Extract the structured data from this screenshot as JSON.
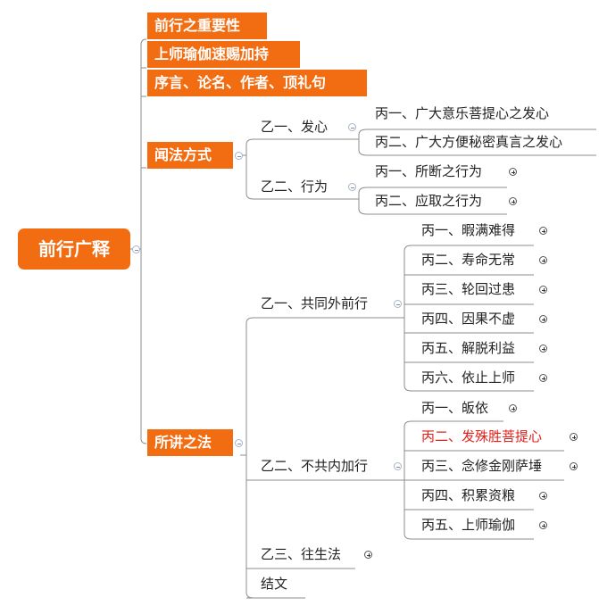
{
  "root": "前行广释",
  "level1": {
    "n1": "前行之重要性",
    "n2": "上师瑜伽速赐加持",
    "n3": "序言、论名、作者、顶礼句",
    "n4": "闻法方式",
    "n5": "所讲之法"
  },
  "wenfa": {
    "faxin": "乙一、发心",
    "faxin_children": [
      "丙一、广大意乐菩提心之发心",
      "丙二、广大方便秘密真言之发心"
    ],
    "xingwei": "乙二、行为",
    "xingwei_children": [
      "丙一、所断之行为",
      "丙二、应取之行为"
    ]
  },
  "fa": {
    "gongtong": "乙一、共同外前行",
    "gongtong_children": [
      "丙一、暇满难得",
      "丙二、寿命无常",
      "丙三、轮回过患",
      "丙四、因果不虚",
      "丙五、解脱利益",
      "丙六、依止上师"
    ],
    "bugong": "乙二、不共内加行",
    "bugong_children": [
      "丙一、皈依",
      "丙二、发殊胜菩提心",
      "丙三、念修金刚萨埵",
      "丙四、积累资粮",
      "丙五、上师瑜伽"
    ],
    "wangsheng": "乙三、往生法",
    "jiewen": "结文"
  },
  "colors": {
    "accent": "#f26c11",
    "highlight": "#e0201b",
    "line": "#888888"
  },
  "icons": {
    "collapse": "minus-circle-icon",
    "expand": "plus-circle-icon"
  }
}
